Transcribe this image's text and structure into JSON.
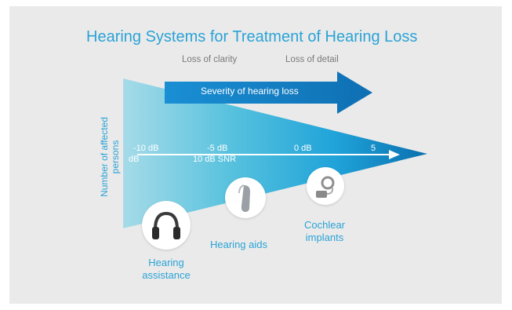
{
  "title": "Hearing Systems for Treatment of Hearing Loss",
  "top_labels": {
    "clarity": "Loss of clarity",
    "detail": "Loss of detail"
  },
  "severity_arrow": "Severity of hearing loss",
  "y_axis_label": "Number of affected persons",
  "scale": {
    "tick_1": "-10 dB",
    "tick_2": "-5 dB",
    "tick_3": "0 dB",
    "tick_4": "5",
    "sub_1": "dB",
    "sub_2": "10 dB SNR"
  },
  "devices": {
    "assistance": "Hearing assistance",
    "aids": "Hearing aids",
    "implants": "Cochlear implants"
  },
  "icons": {
    "assistance": "headphones-icon",
    "aids": "hearing-aid-icon",
    "implants": "cochlear-implant-icon"
  },
  "colors": {
    "title": "#2aa3d6",
    "triangle_start": "#a6dbe8",
    "triangle_end": "#0a75b8",
    "arrow": "#1a87cf",
    "background": "#eaeaea"
  }
}
